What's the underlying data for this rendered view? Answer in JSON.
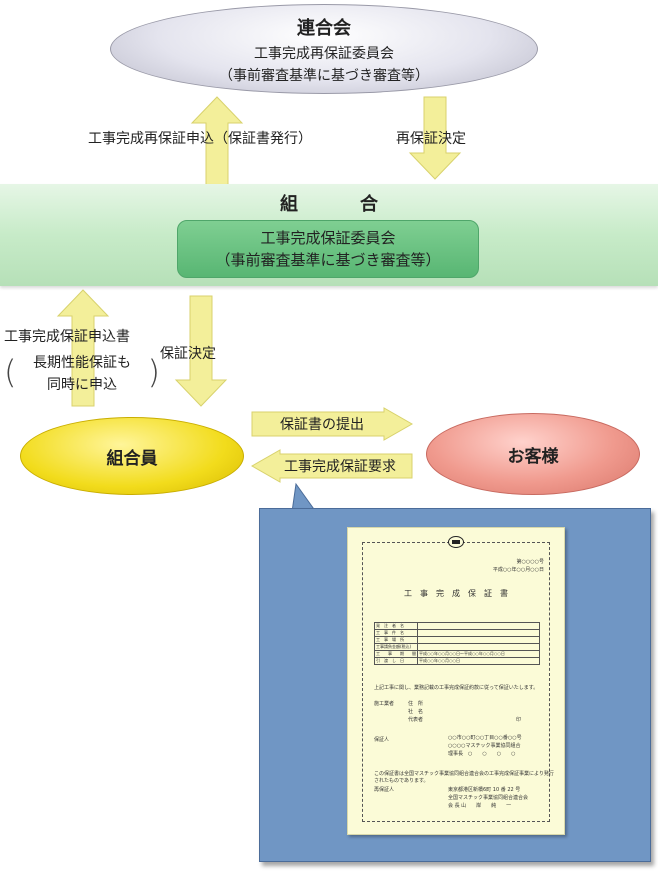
{
  "top": {
    "title": "連合会",
    "subtitle": "工事完成再保証委員会",
    "note": "（事前審査基準に基づき審査等）"
  },
  "arrows": {
    "top_up_label": "工事完成再保証申込（保証書発行）",
    "top_down_label": "再保証決定",
    "mid_up_label_line1": "工事完成保証申込書",
    "mid_up_label_line2": "長期性能保証も",
    "mid_up_label_line3": "同時に申込",
    "paren_open": "(",
    "paren_close": ")",
    "mid_down_label": "保証決定",
    "right_label": "保証書の提出",
    "left_label": "工事完成保証要求"
  },
  "band": {
    "title": "組　合",
    "committee_line1": "工事完成保証委員会",
    "committee_line2": "（事前審査基準に基づき審査等）"
  },
  "member": {
    "label": "組合員"
  },
  "customer": {
    "label": "お客様"
  },
  "document": {
    "no": "第○○○○号",
    "date": "平成○○年○○月○○日",
    "title": "工　事　完　成　保　証　書",
    "rows": [
      "発　注　者　名",
      "工　事　件　名",
      "工　事　場　所",
      "工事請負金額(税込)",
      "工　　事　　期　　間",
      "引　渡　し　日"
    ],
    "period_value": "平成○○年○○月○○日～平成○○年○○月○○日",
    "handover_value": "平成○○年○○月○○日",
    "body_text": "上記工事に関し、業務記載の工事完成保証約款に従って保証いたします。",
    "contractor_label": "施工業者",
    "address_label": "住　所",
    "company_label": "社　名",
    "rep_label": "代表者",
    "seal": "印",
    "guarantor_label": "保証人",
    "guarantor_address": "○○市○○町○○丁目○○番○○号",
    "guarantor_name": "○○○○マスチック事業協同組合",
    "guarantor_director": "理事長　○　　○　　○　　○",
    "footer_text_1": "この保証書は全国マスチック事業協同組合連合会の工事完成保証事業により発行",
    "footer_text_2": "されたものであります。",
    "reguarantor_label": "再保証人",
    "reguarantor_address": "東京都港区新橋6町 10 番 22 号",
    "reguarantor_name": "全国マスチック事業協同組合連合会",
    "reguarantor_chair": "会 長 山　　岸　　純　　一"
  }
}
